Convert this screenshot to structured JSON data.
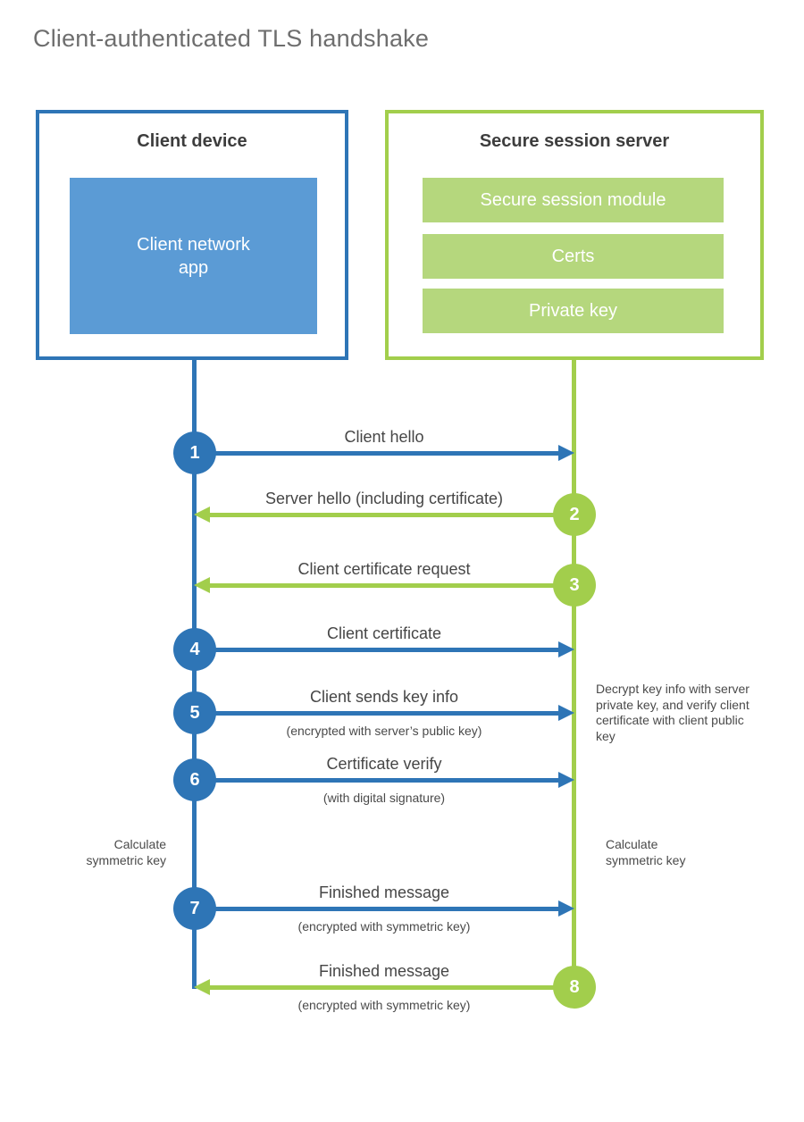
{
  "title": "Client-authenticated TLS handshake",
  "colors": {
    "blue_stroke": "#2e75b6",
    "blue_fill": "#5b9bd5",
    "green_stroke": "#a2ce4c",
    "green_fill": "#b5d77d",
    "heading_text": "#3d3d3d",
    "label_text": "#464646",
    "title_text": "#6e6e6e"
  },
  "client": {
    "heading": "Client device",
    "module": "Client network app"
  },
  "server": {
    "heading": "Secure session server",
    "modules": [
      "Secure session module",
      "Certs",
      "Private key"
    ]
  },
  "steps": [
    {
      "num": "1",
      "label": "Client hello",
      "sub": "",
      "direction": "right",
      "actor": "client"
    },
    {
      "num": "2",
      "label": "Server hello (including certificate)",
      "sub": "",
      "direction": "left",
      "actor": "server"
    },
    {
      "num": "3",
      "label": "Client certificate request",
      "sub": "",
      "direction": "left",
      "actor": "server"
    },
    {
      "num": "4",
      "label": "Client certificate",
      "sub": "",
      "direction": "right",
      "actor": "client"
    },
    {
      "num": "5",
      "label": "Client sends key info",
      "sub": "(encrypted with server’s public key)",
      "direction": "right",
      "actor": "client"
    },
    {
      "num": "6",
      "label": "Certificate verify",
      "sub": "(with digital signature)",
      "direction": "right",
      "actor": "client"
    },
    {
      "num": "7",
      "label": "Finished message",
      "sub": "(encrypted with symmetric key)",
      "direction": "right",
      "actor": "client"
    },
    {
      "num": "8",
      "label": "Finished message",
      "sub": "(encrypted with symmetric key)",
      "direction": "left",
      "actor": "server"
    }
  ],
  "annotations": {
    "server_note": "Decrypt key info with server private key, and verify client certificate with client public key",
    "client_calc": "Calculate symmetric key",
    "server_calc": "Calculate symmetric key"
  }
}
